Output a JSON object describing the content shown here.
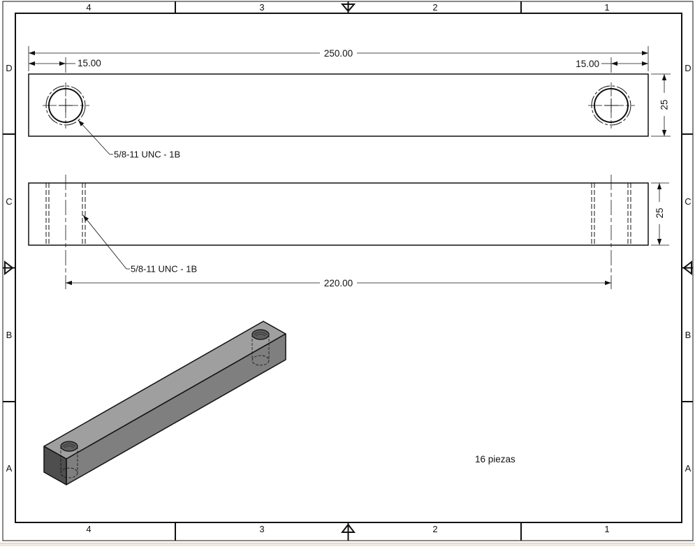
{
  "colors": {
    "line": "#111111",
    "iso_top": "#9f9f9f",
    "iso_front": "#7f7f7f",
    "iso_end": "#4e4e4e",
    "sheet_bg": "#ffffff"
  },
  "border": {
    "columns_top": [
      "4",
      "3",
      "2",
      "1"
    ],
    "columns_bottom": [
      "4",
      "3",
      "2",
      "1"
    ],
    "rows_left": [
      "D",
      "C",
      "B",
      "A"
    ],
    "rows_right": [
      "D",
      "C",
      "B",
      "A"
    ]
  },
  "top_view": {
    "dim_overall": "250.00",
    "dim_left_offset": "15.00",
    "dim_right_offset": "15.00",
    "dim_height": "25",
    "hole_callout": "5/8-11 UNC - 1B"
  },
  "front_view": {
    "dim_height": "25",
    "hole_callout": "5/8-11 UNC - 1B",
    "dim_hole_spacing": "220.00"
  },
  "notes": {
    "quantity": "16 piezas"
  }
}
